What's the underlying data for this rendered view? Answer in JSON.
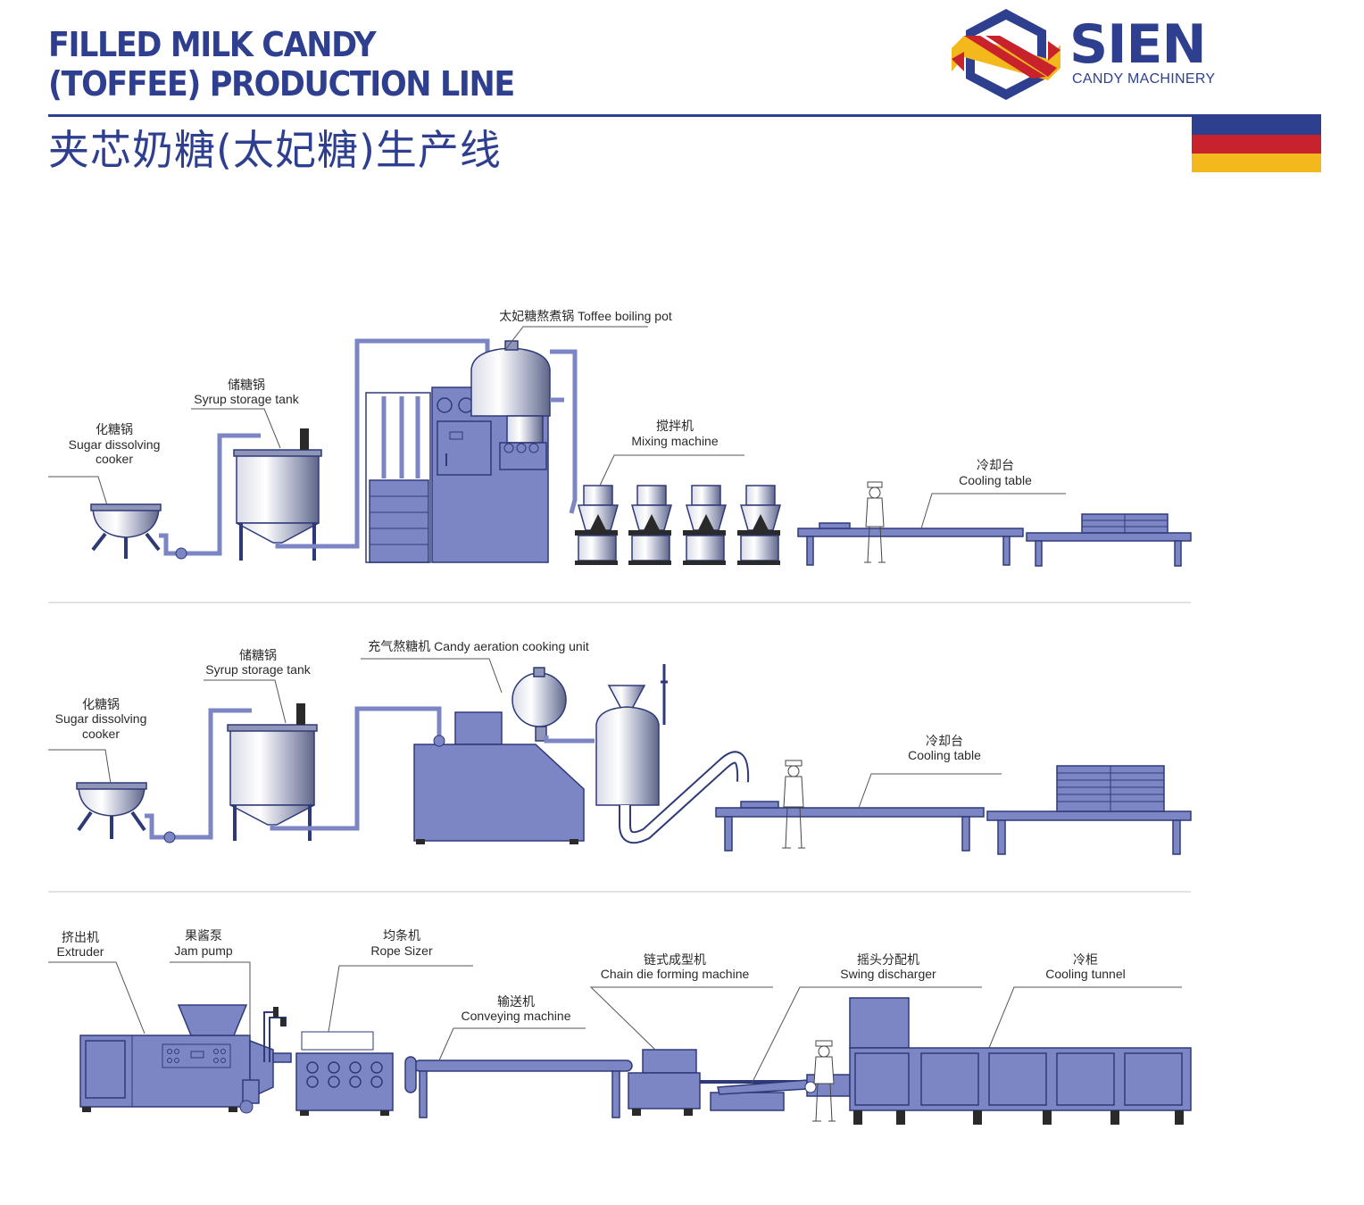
{
  "header": {
    "title_en_line1": "FILLED MILK CANDY",
    "title_en_line2": "(TOFFEE) PRODUCTION LINE",
    "title_cn": "夹芯奶糖(太妃糖)生产线",
    "brand": "SIEN",
    "tagline": "CANDY MACHINERY",
    "flag_colors": [
      "#2e3f8f",
      "#c8232c",
      "#f2b81c"
    ]
  },
  "colors": {
    "machine": "#7c86c4",
    "outline": "#2e3a78",
    "text": "#2a2a2a"
  },
  "line1": {
    "sugar_cn": "化糖锅",
    "sugar_en1": "Sugar dissolving",
    "sugar_en2": "cooker",
    "syrup_cn": "储糖锅",
    "syrup_en": "Syrup storage tank",
    "toffee_pot": "太妃糖熬煮锅 Toffee boiling pot",
    "mixing_cn": "搅拌机",
    "mixing_en": "Mixing machine",
    "cooling_cn": "冷却台",
    "cooling_en": "Cooling table"
  },
  "line2": {
    "sugar_cn": "化糖锅",
    "sugar_en1": "Sugar dissolving",
    "sugar_en2": "cooker",
    "syrup_cn": "储糖锅",
    "syrup_en": "Syrup storage tank",
    "aeration": "充气熬糖机 Candy aeration cooking unit",
    "cooling_cn": "冷却台",
    "cooling_en": "Cooling table"
  },
  "line3": {
    "extruder_cn": "挤出机",
    "extruder_en": "Extruder",
    "jam_cn": "果酱泵",
    "jam_en": "Jam pump",
    "rope_cn": "均条机",
    "rope_en": "Rope Sizer",
    "conveying_cn": "输送机",
    "conveying_en": "Conveying machine",
    "chain_cn": "链式成型机",
    "chain_en": "Chain die forming machine",
    "swing_cn": "摇头分配机",
    "swing_en": "Swing discharger",
    "tunnel_cn": "冷柜",
    "tunnel_en": "Cooling tunnel"
  }
}
